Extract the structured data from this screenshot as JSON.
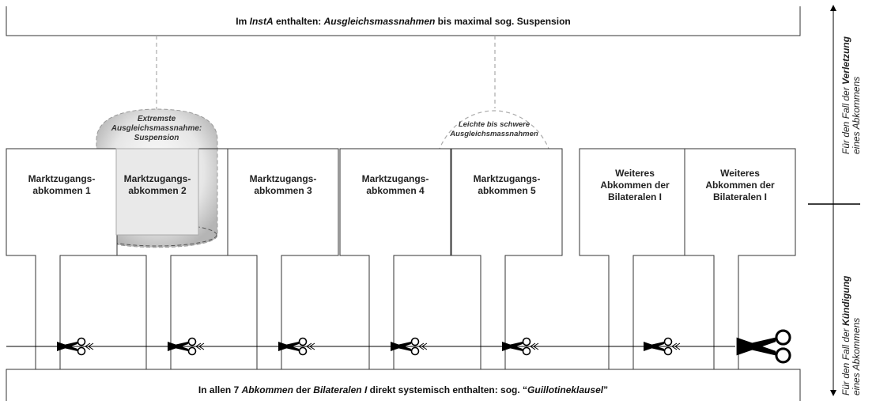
{
  "top_banner": {
    "prefix": "Im ",
    "instrument": "InstA",
    "middle": " enthalten: ",
    "measures": "Ausgleichsmassnahmen",
    "suffix": " bis maximal sog. Suspension"
  },
  "bottom_banner": {
    "prefix": "In allen 7 ",
    "agreements": "Abkommen",
    "middle1": " der ",
    "bilaterals": "Bilateralen I",
    "middle2": " direkt systemisch enthalten: sog. “",
    "clause": "Guillotineklausel",
    "suffix": "”"
  },
  "agreements": [
    {
      "label": "Marktzugangs-\nabkommen 1"
    },
    {
      "label": "Marktzugangs-\nabkommen 2"
    },
    {
      "label": "Marktzugangs-\nabkommen 3"
    },
    {
      "label": "Marktzugangs-\nabkommen 4"
    },
    {
      "label": "Marktzugangs-\nabkommen 5"
    },
    {
      "label": "Weiteres\nAbkommen der\nBilateralen I"
    },
    {
      "label": "Weiteres\nAbkommen der\nBilateralen I"
    }
  ],
  "annotations": {
    "suspension": "Extremste\nAusgleichsmassnahme:\nSuspension",
    "light_to_severe": "Leichte bis schwere\nAusgleichsmassnahmen"
  },
  "side": {
    "violation_prefix": "Für den Fall der ",
    "violation_bold": "Verletzung",
    "violation_line2": "eines Abkommens",
    "termination_prefix": "Für den Fall der ",
    "termination_bold": "Kündigung",
    "termination_line2": "eines Abkommens"
  },
  "icons": {
    "scissors": "scissors-icon"
  }
}
